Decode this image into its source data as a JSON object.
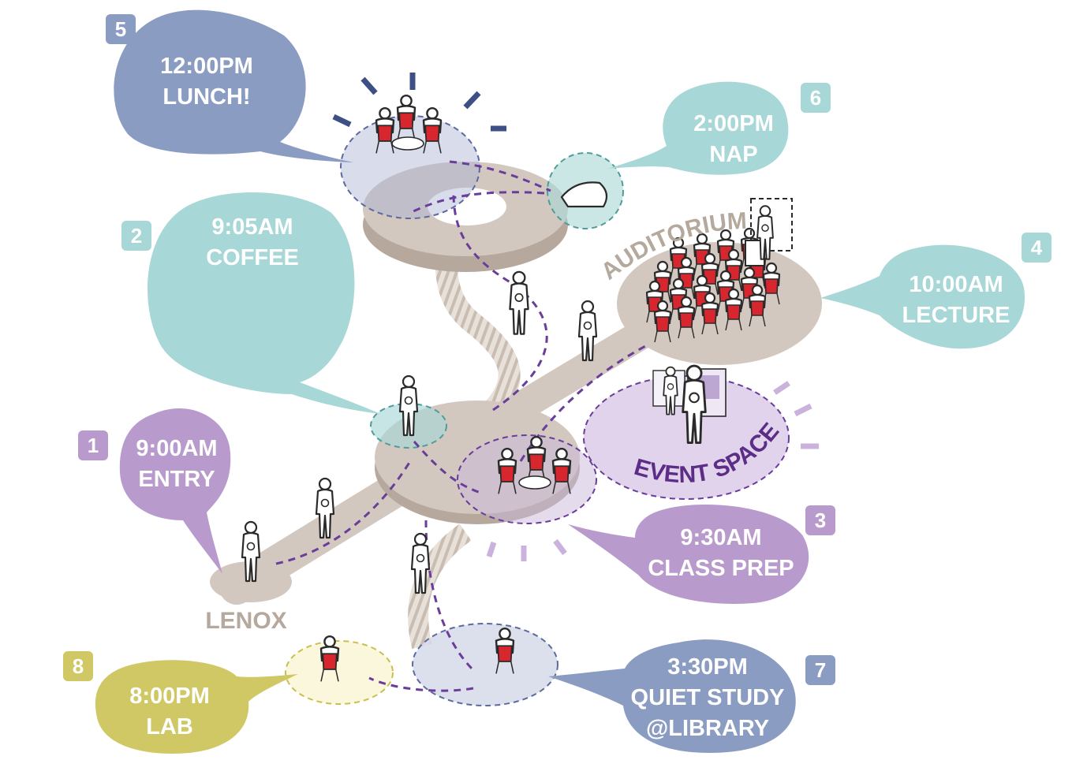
{
  "colors": {
    "platform": "#d3c8bf",
    "platform_edge": "#b6a89c",
    "lunch_blue": "#8b9cc2",
    "teal": "#a7d7d6",
    "lavender": "#b89bcc",
    "event_purple": "#5b2d86",
    "lab_olive": "#cfc864",
    "lenox_text": "#b4a99c",
    "route_purple": "#6a3d9a"
  },
  "stops": [
    {
      "number": "1",
      "time": "9:00AM",
      "activity": "ENTRY"
    },
    {
      "number": "2",
      "time": "9:05AM",
      "activity": "COFFEE"
    },
    {
      "number": "3",
      "time": "9:30AM",
      "activity": "CLASS PREP"
    },
    {
      "number": "4",
      "time": "10:00AM",
      "activity": "LECTURE"
    },
    {
      "number": "5",
      "time": "12:00PM",
      "activity": "LUNCH!"
    },
    {
      "number": "6",
      "time": "2:00PM",
      "activity": "NAP"
    },
    {
      "number": "7",
      "time": "3:30PM",
      "activity": "QUIET STUDY",
      "activity2": "@LIBRARY"
    },
    {
      "number": "8",
      "time": "8:00PM",
      "activity": "LAB"
    }
  ],
  "places": {
    "lenox": "LENOX",
    "auditorium": "AUDITORIUM",
    "event_space": "EVENT SPACE"
  }
}
